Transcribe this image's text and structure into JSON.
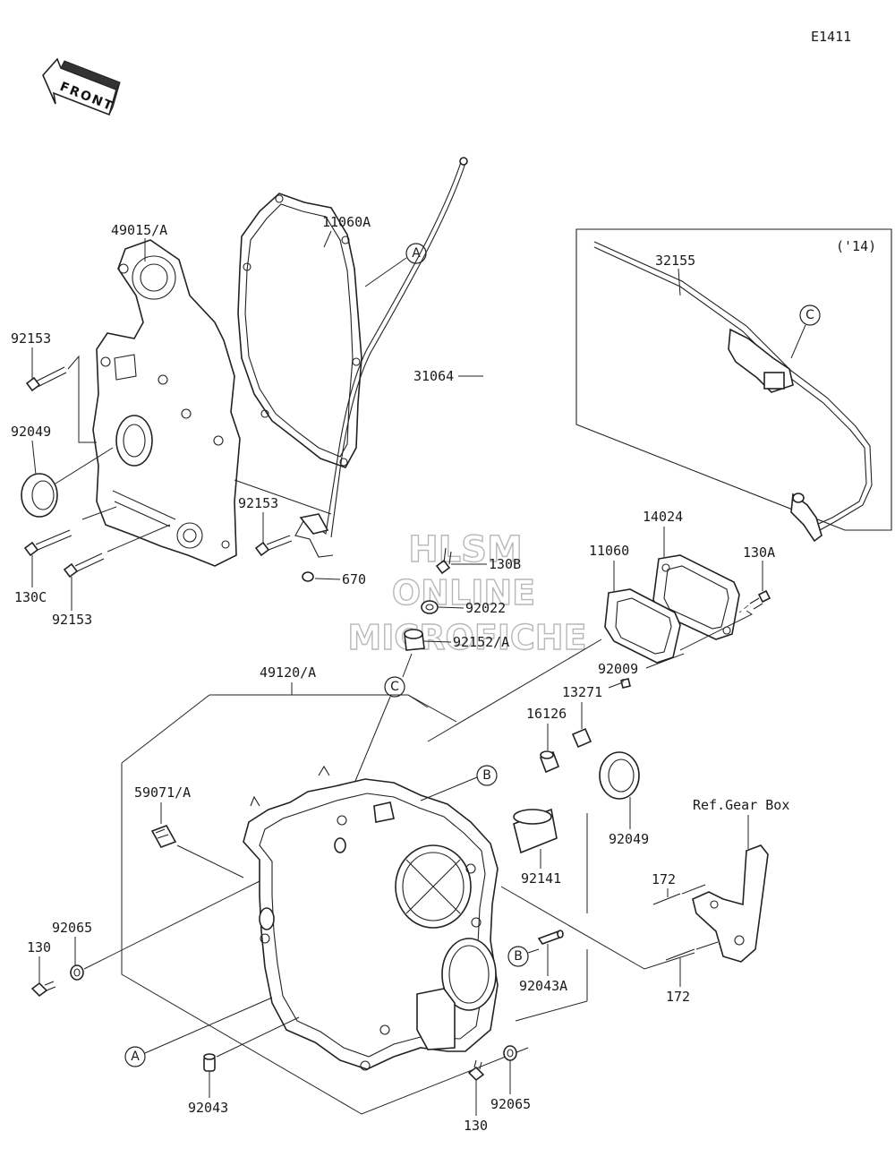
{
  "diagram_code": "E1411",
  "front_arrow_label": "FRONT",
  "year_box_label": "('14)",
  "ref_gear_box": "Ref.Gear Box",
  "watermark": {
    "line1": "HLSM",
    "line2": "ONLINE",
    "line3": "MICROFICHE"
  },
  "callouts": {
    "A": "A",
    "B": "B",
    "C": "C"
  },
  "parts": {
    "p49015A": "49015/A",
    "p11060A": "11060A",
    "p92153_top": "92153",
    "p92049_left": "92049",
    "p92153_mid": "92153",
    "p130C": "130C",
    "p92153_bottom": "92153",
    "p31064": "31064",
    "p670": "670",
    "p130B": "130B",
    "p92022": "92022",
    "p92152A": "92152/A",
    "p32155": "32155",
    "p14024": "14024",
    "p11060": "11060",
    "p130A": "130A",
    "p49120A": "49120/A",
    "p92009": "92009",
    "p13271": "13271",
    "p16126": "16126",
    "p92049_right": "92049",
    "p92141": "92141",
    "p59071A": "59071/A",
    "p92065_left": "92065",
    "p130_left": "130",
    "p92043A": "92043A",
    "p92043": "92043",
    "p92065_bottom": "92065",
    "p130_bottom": "130",
    "p172_top": "172",
    "p172_bottom": "172"
  }
}
